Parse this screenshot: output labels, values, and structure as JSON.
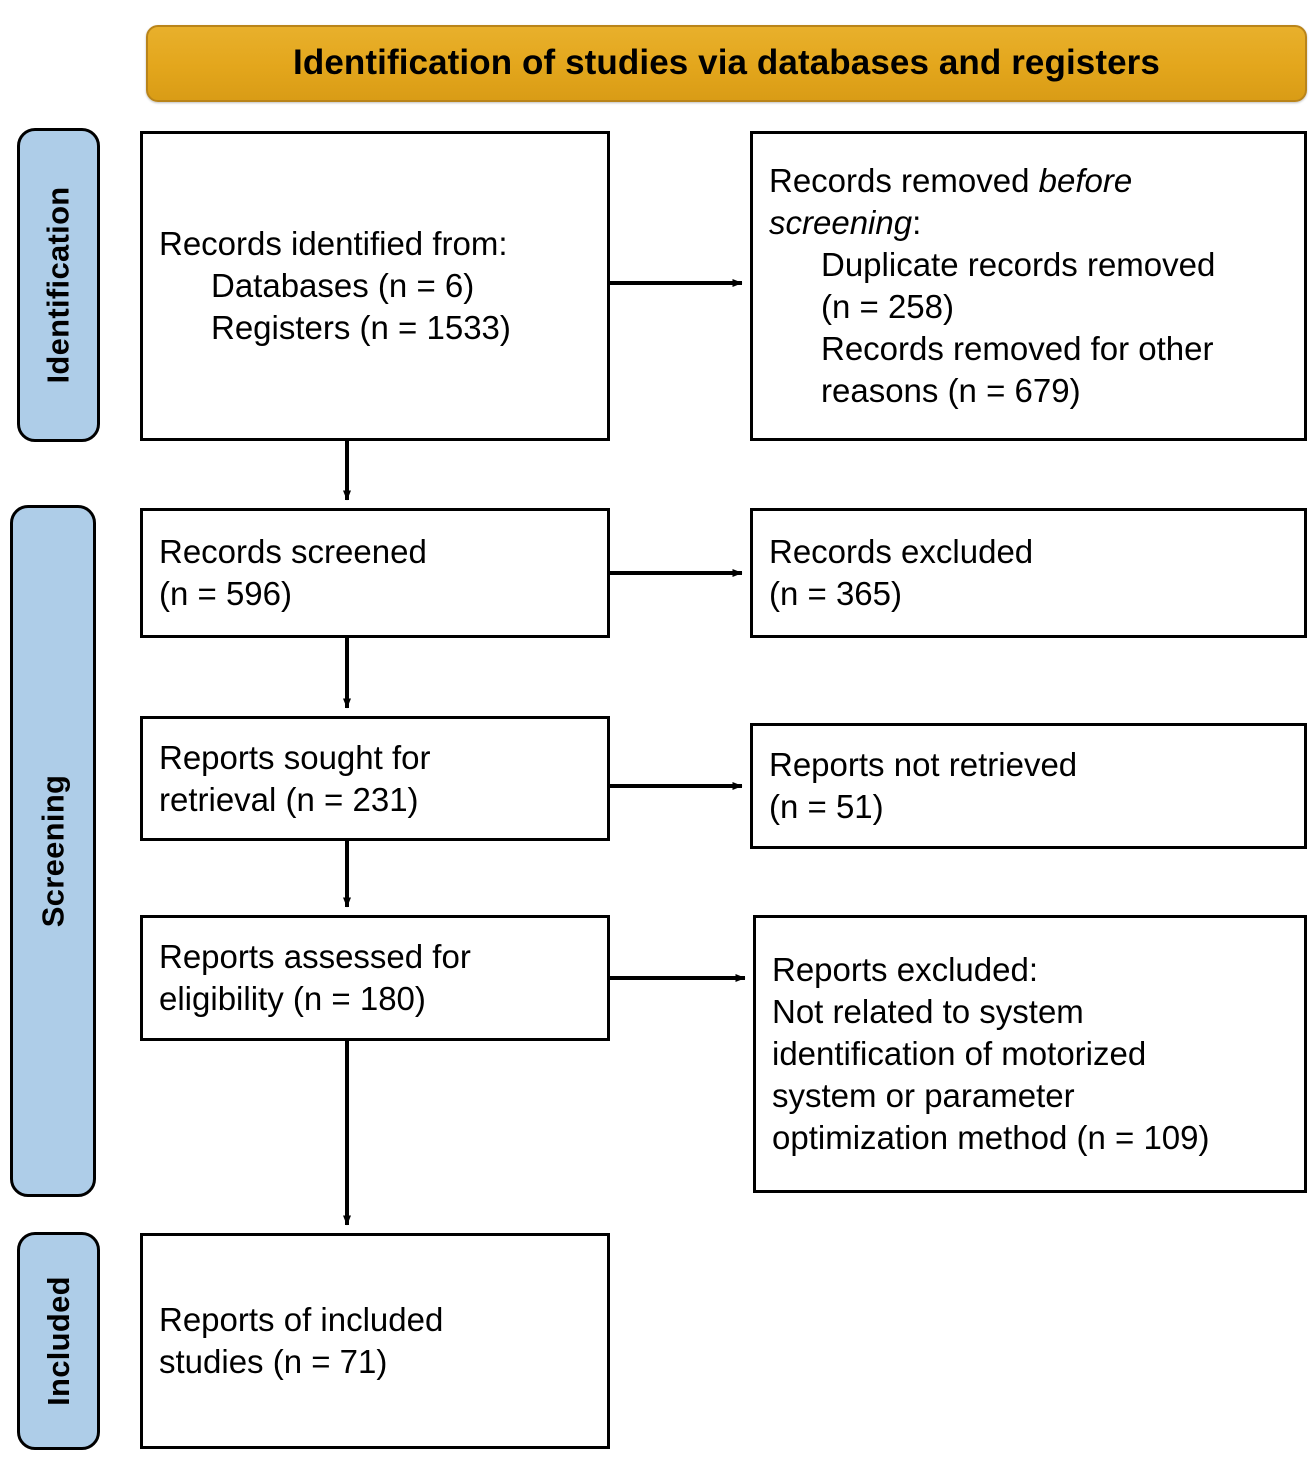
{
  "header": {
    "title": "Identification of studies via databases and registers",
    "background_color": "#e3a61c",
    "text_color": "#000000"
  },
  "stages": [
    {
      "id": "identification",
      "label": "Identification",
      "color": "#aecde8"
    },
    {
      "id": "screening",
      "label": "Screening",
      "color": "#aecde8"
    },
    {
      "id": "included",
      "label": "Included",
      "color": "#aecde8"
    }
  ],
  "boxes": {
    "identified": {
      "line1": "Records identified from:",
      "line2": "Databases (n = 6)",
      "line3": "Registers (n = 1533)",
      "databases_n": 6,
      "registers_n": 1533
    },
    "removed_before_screening": {
      "line1_prefix": "Records removed ",
      "line1_italic": "before",
      "line2_italic": "screening",
      "line2_suffix": ":",
      "line3": "Duplicate records removed",
      "line4": "(n = 258)",
      "line5": "Records removed for other",
      "line6": "reasons (n = 679)",
      "duplicates_n": 258,
      "other_reasons_n": 679
    },
    "screened": {
      "line1": "Records screened",
      "line2": "(n = 596)",
      "n": 596
    },
    "excluded": {
      "line1": "Records excluded",
      "line2": "(n = 365)",
      "n": 365
    },
    "sought": {
      "line1": "Reports sought for",
      "line2": "retrieval (n = 231)",
      "n": 231
    },
    "not_retrieved": {
      "line1": "Reports not retrieved",
      "line2": "(n = 51)",
      "n": 51
    },
    "assessed": {
      "line1": "Reports assessed for",
      "line2": "eligibility (n = 180)",
      "n": 180
    },
    "reports_excluded": {
      "line1": "Reports excluded:",
      "line2": "Not related to system",
      "line3": "identification of motorized",
      "line4": "system or parameter",
      "line5": "optimization method (n = 109)",
      "n": 109
    },
    "included_studies": {
      "line1": "Reports of included",
      "line2": "studies (n = 71)",
      "n": 71
    }
  },
  "connectors": {
    "identified_to_removed": "arrow-right",
    "identified_to_screened": "arrow-down",
    "screened_to_excluded": "arrow-right",
    "screened_to_sought": "arrow-down",
    "sought_to_not_retrieved": "arrow-right",
    "sought_to_assessed": "arrow-down",
    "assessed_to_reports_excluded": "arrow-right",
    "assessed_to_included": "arrow-down"
  }
}
